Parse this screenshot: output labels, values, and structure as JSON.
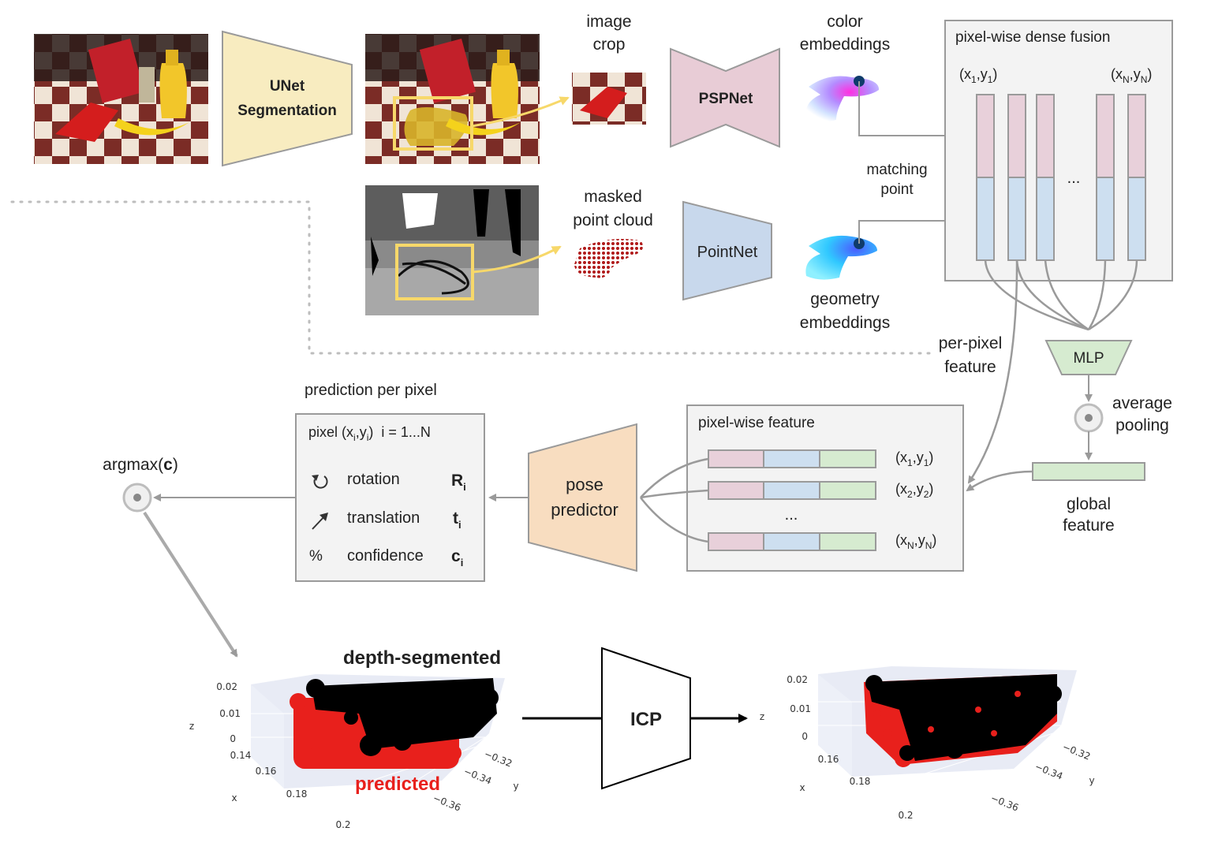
{
  "blocks": {
    "unet": [
      "UNet",
      "Segmentation"
    ],
    "pspnet": "PSPNet",
    "pointnet": "PointNet",
    "mlp": "MLP",
    "pose_predictor": [
      "pose",
      "predictor"
    ],
    "icp": "ICP"
  },
  "labels": {
    "image_crop": [
      "image",
      "crop"
    ],
    "color_embeddings": [
      "color",
      "embeddings"
    ],
    "masked_point_cloud": [
      "masked",
      "point cloud"
    ],
    "geometry_embeddings": [
      "geometry",
      "embeddings"
    ],
    "matching_point": [
      "matching",
      "point"
    ],
    "per_pixel_feature": [
      "per-pixel",
      "feature"
    ],
    "average_pooling": [
      "average",
      "pooling"
    ],
    "global_feature": [
      "global",
      "feature"
    ],
    "argmax": "argmax(",
    "argmax_var": "c",
    "argmax_close": ")"
  },
  "fusion": {
    "title": "pixel-wise dense fusion",
    "first_col": {
      "x": "x",
      "y": "y",
      "sub": "1"
    },
    "last_col": {
      "x": "x",
      "y": "y",
      "sub": "N"
    },
    "ellipsis": "..."
  },
  "pixel_feature": {
    "title": "pixel-wise feature",
    "rows": [
      {
        "x": "x",
        "y": "y",
        "sub": "1"
      },
      {
        "x": "x",
        "y": "y",
        "sub": "2"
      },
      {
        "x": "x",
        "y": "y",
        "sub": "N"
      }
    ],
    "ellipsis": "..."
  },
  "prediction": {
    "title": "prediction per pixel",
    "header_prefix": "pixel (x",
    "header_sub_i": "i",
    "header_mid": ",y",
    "header_suffix": ")",
    "header_range": "i = 1...N",
    "items": [
      {
        "icon": "rotation-icon",
        "label": "rotation",
        "symbol": "R",
        "sub": "i"
      },
      {
        "icon": "translation-arrow-icon",
        "label": "translation",
        "symbol": "t",
        "sub": "i"
      },
      {
        "icon": "percent-icon",
        "label": "confidence",
        "symbol": "c",
        "sub": "i"
      }
    ]
  },
  "plots": {
    "depth_segmented": "depth-segmented",
    "predicted": "predicted",
    "left": {
      "z_label": "z",
      "x_label": "x",
      "y_label": "y",
      "z_ticks": [
        "0.02",
        "0.01",
        "0"
      ],
      "x_ticks": [
        "0.14",
        "0.16",
        "0.18",
        "0.2"
      ],
      "y_ticks": [
        "−0.32",
        "−0.34",
        "−0.36"
      ]
    },
    "right": {
      "z_label": "z",
      "x_label": "x",
      "y_label": "y",
      "z_ticks": [
        "0.02",
        "0.01",
        "0"
      ],
      "x_ticks": [
        "0.16",
        "0.18",
        "0.2"
      ],
      "y_ticks": [
        "−0.32",
        "−0.34",
        "−0.36"
      ]
    }
  },
  "colors": {
    "unet": "#f8ecc0",
    "pspnet": "#e8ccd6",
    "pointnet": "#c8d8ec",
    "mlp": "#d6ebd0",
    "pose": "#f8ddc0",
    "pink": "#e8d0da",
    "blue": "#cddff0",
    "green": "#d6ebd0",
    "highlight": "#f7d86a",
    "arrow_gray": "#9a9a9a",
    "red": "#e8201c"
  }
}
